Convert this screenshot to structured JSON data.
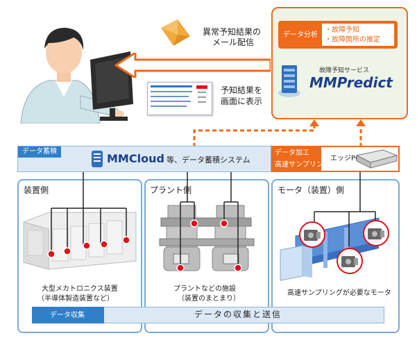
{
  "mail": {
    "line1": "異常予知結果の",
    "line2": "メール配信"
  },
  "display": {
    "line1": "予知結果を",
    "line2": "画面に表示"
  },
  "analysis": {
    "tag": "データ分析",
    "items": [
      "・故障予知",
      "・故障箇所の推定"
    ],
    "service_label": "故障予知サービス",
    "logo": "MMPredict"
  },
  "storage": {
    "tag": "データ蓄積",
    "logo": "MMCloud",
    "text": "等、データ蓄積システム"
  },
  "processing": {
    "tag_line1": "データ加工",
    "tag_line2": "高速サンプリング",
    "edge": "エッジPC"
  },
  "sections": {
    "device": {
      "title": "装置側",
      "caption1": "大型メカトロニクス装置",
      "caption2": "（半導体製造装置など）"
    },
    "plant": {
      "title": "プラント側",
      "caption1": "プラントなどの施設",
      "caption2": "（装置のまとまり）"
    },
    "motor": {
      "title": "モータ（装置）側",
      "caption1": "高速サンプリングが必要なモータ"
    }
  },
  "collection": {
    "tag": "データ収集",
    "text": "データの収集と送信"
  },
  "colors": {
    "orange": "#ef6a1a",
    "blue": "#2f7fc9",
    "light_blue": "#dce9f5",
    "green_bg": "#eef4e6",
    "sensor_red": "#e0101a"
  }
}
